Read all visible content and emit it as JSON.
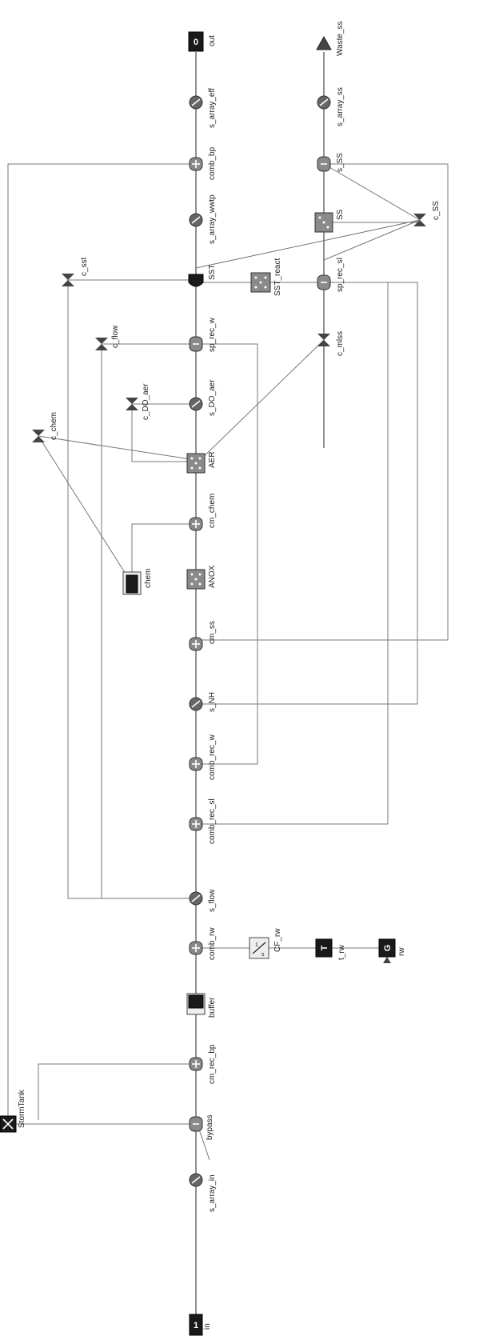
{
  "diagram": {
    "labels": {
      "in": "in",
      "s_array_in": "s_array_in",
      "bypass": "bypass",
      "StormTank": "StormTank",
      "cm_rec_bp": "cm_rec_bp",
      "buffer": "buffer",
      "comb_rw": "comb_rw",
      "CF_rw": "CF_rw",
      "t_rw": "t_rw",
      "rw": "rw",
      "s_flow": "s_flow",
      "comb_rec_sl": "comb_rec_sl",
      "comb_rec_w": "comb_rec_w",
      "s_NH": "s_NH",
      "cm_ss": "cm_ss",
      "ANOX": "ANOX",
      "chem": "chem",
      "cm_chem": "cm_chem",
      "AER": "AER",
      "c_chem": "c_chem",
      "c_DO_aer": "c_DO_aer",
      "s_DO_aer": "s_DO_aer",
      "c_flow": "c_flow",
      "sp_rec_w": "sp_rec_w",
      "c_sst": "c_sst",
      "SST": "SST",
      "SST_react": "SST_react",
      "sp_rec_sl": "sp_rec_sl",
      "c_mlss": "c_mlss",
      "SS": "SS",
      "c_SS": "c_SS",
      "s_SS": "s_SS",
      "s_array_wwtp": "s_array_wwtp",
      "comb_bp": "comb_bp",
      "s_array_eff": "s_array_eff",
      "out": "out",
      "s_array_ss": "s_array_ss",
      "Waste_ss": "Waste_ss"
    },
    "block_text": {
      "in": "1",
      "out": "0",
      "t_rw": "T",
      "rw": "G"
    }
  }
}
